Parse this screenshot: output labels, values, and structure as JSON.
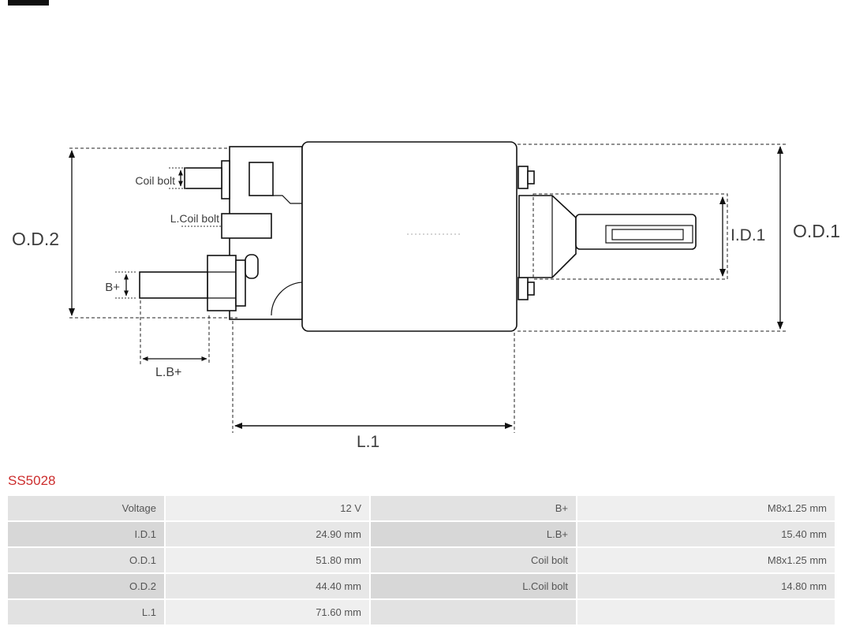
{
  "product": {
    "code": "SS5028",
    "code_color": "#cc2d2d"
  },
  "diagram": {
    "labels": {
      "od2": "O.D.2",
      "od1": "O.D.1",
      "id1": "I.D.1",
      "l1": "L.1",
      "lb_plus": "L.B+",
      "b_plus": "B+",
      "coil_bolt": "Coil bolt",
      "l_coil_bolt": "L.Coil bolt"
    }
  },
  "spec_table": {
    "rows": [
      {
        "c0": "Voltage",
        "c1": "12 V",
        "c2": "B+",
        "c3": "M8x1.25 mm"
      },
      {
        "c0": "I.D.1",
        "c1": "24.90 mm",
        "c2": "L.B+",
        "c3": "15.40 mm"
      },
      {
        "c0": "O.D.1",
        "c1": "51.80 mm",
        "c2": "Coil bolt",
        "c3": "M8x1.25 mm"
      },
      {
        "c0": "O.D.2",
        "c1": "44.40 mm",
        "c2": "L.Coil bolt",
        "c3": "14.80 mm"
      },
      {
        "c0": "L.1",
        "c1": "71.60 mm",
        "c2": "",
        "c3": ""
      }
    ]
  }
}
